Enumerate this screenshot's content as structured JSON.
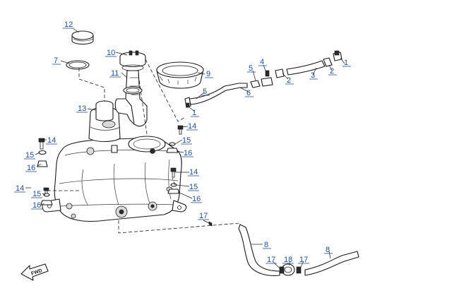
{
  "callouts": [
    {
      "id": "c12",
      "label": "12"
    },
    {
      "id": "c7",
      "label": "7"
    },
    {
      "id": "c10",
      "label": "10"
    },
    {
      "id": "c11",
      "label": "11"
    },
    {
      "id": "c9",
      "label": "9"
    },
    {
      "id": "c13",
      "label": "13"
    },
    {
      "id": "c5a",
      "label": "5"
    },
    {
      "id": "c4",
      "label": "4"
    },
    {
      "id": "c2a",
      "label": "2"
    },
    {
      "id": "c3",
      "label": "3"
    },
    {
      "id": "c2b",
      "label": "2"
    },
    {
      "id": "c1a",
      "label": "1"
    },
    {
      "id": "c5b",
      "label": "5"
    },
    {
      "id": "c6",
      "label": "6"
    },
    {
      "id": "c1b",
      "label": "1"
    },
    {
      "id": "c14a",
      "label": "14"
    },
    {
      "id": "c14b",
      "label": "14"
    },
    {
      "id": "c15a",
      "label": "15"
    },
    {
      "id": "c15b",
      "label": "15"
    },
    {
      "id": "c16a",
      "label": "16"
    },
    {
      "id": "c16b",
      "label": "16"
    },
    {
      "id": "c14c",
      "label": "14"
    },
    {
      "id": "c14d",
      "label": "14"
    },
    {
      "id": "c15c",
      "label": "15"
    },
    {
      "id": "c15d",
      "label": "15"
    },
    {
      "id": "c16c",
      "label": "16"
    },
    {
      "id": "c16d",
      "label": "16"
    },
    {
      "id": "c17a",
      "label": "17"
    },
    {
      "id": "c8a",
      "label": "8"
    },
    {
      "id": "c17b",
      "label": "17"
    },
    {
      "id": "c18",
      "label": "18"
    },
    {
      "id": "c17c",
      "label": "17"
    },
    {
      "id": "c8b",
      "label": "8"
    }
  ],
  "fwd_label": "FWD",
  "colors": {
    "callout": "#1f4e9a",
    "line": "#1a1a1a"
  }
}
